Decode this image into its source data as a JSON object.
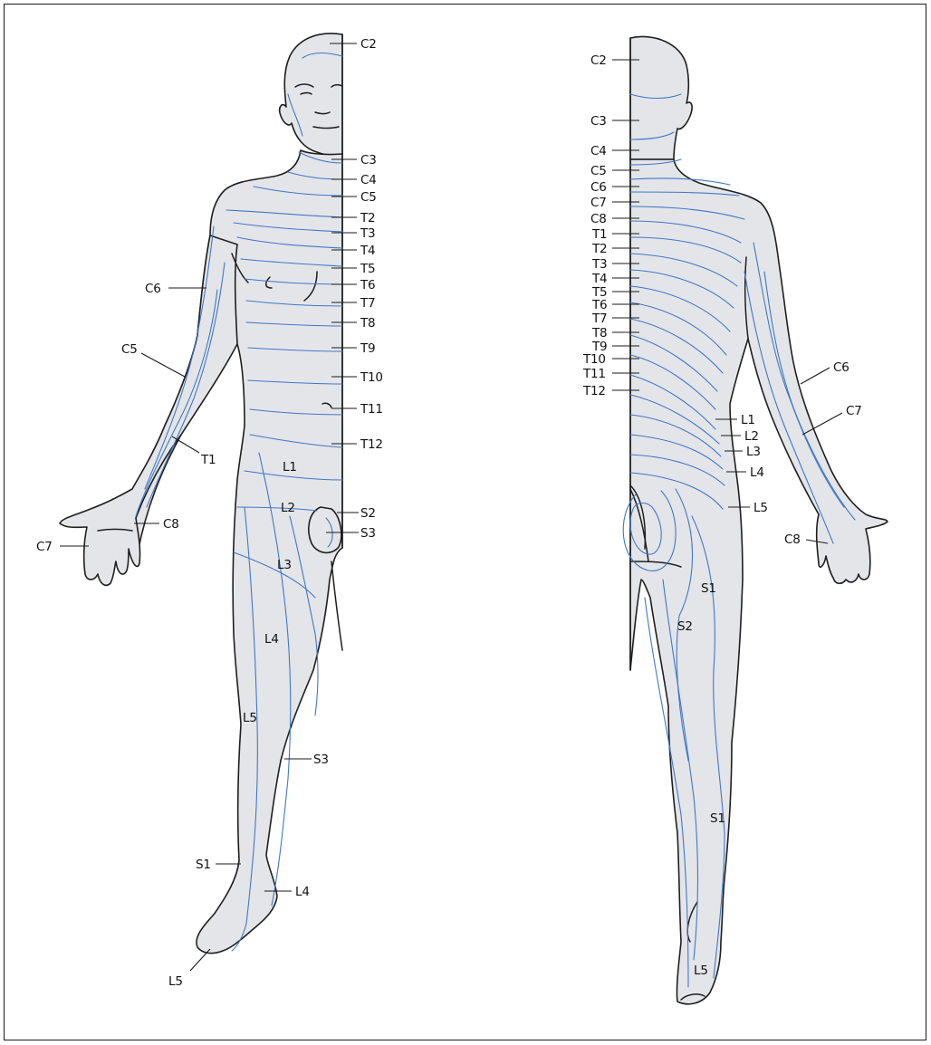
{
  "figure": {
    "front_view": {
      "labels": {
        "c2": "C2",
        "c3": "C3",
        "c4": "C4",
        "c5_neck": "C5",
        "t2": "T2",
        "t3": "T3",
        "t4": "T4",
        "t5": "T5",
        "t6": "T6",
        "t7": "T7",
        "t8": "T8",
        "t9": "T9",
        "t10": "T10",
        "t11": "T11",
        "t12": "T12",
        "c6_arm": "C6",
        "c5_arm": "C5",
        "t1_arm": "T1",
        "c8_hand": "C8",
        "c7_hand": "C7",
        "l1": "L1",
        "l2": "L2",
        "l3": "L3",
        "l4_thigh": "L4",
        "l5_leg": "L5",
        "s2": "S2",
        "s3_genital": "S3",
        "s3_leg": "S3",
        "s1_ankle": "S1",
        "l4_foot": "L4",
        "l5_toes": "L5"
      }
    },
    "back_view": {
      "labels": {
        "c2": "C2",
        "c3": "C3",
        "c4": "C4",
        "c5": "C5",
        "c6": "C6",
        "c7": "C7",
        "c8": "C8",
        "t1": "T1",
        "t2": "T2",
        "t3": "T3",
        "t4": "T4",
        "t5": "T5",
        "t6": "T6",
        "t7": "T7",
        "t8": "T8",
        "t9": "T9",
        "t10": "T10",
        "t11": "T11",
        "t12": "T12",
        "l1": "L1",
        "l2": "L2",
        "l3": "L3",
        "l4": "L4",
        "l5": "L5",
        "c6_arm": "C6",
        "c7_arm": "C7",
        "c8_hand": "C8",
        "s1_thigh": "S1",
        "s2_thigh": "S2",
        "s1_calf": "S1",
        "l5_foot": "L5"
      }
    }
  }
}
